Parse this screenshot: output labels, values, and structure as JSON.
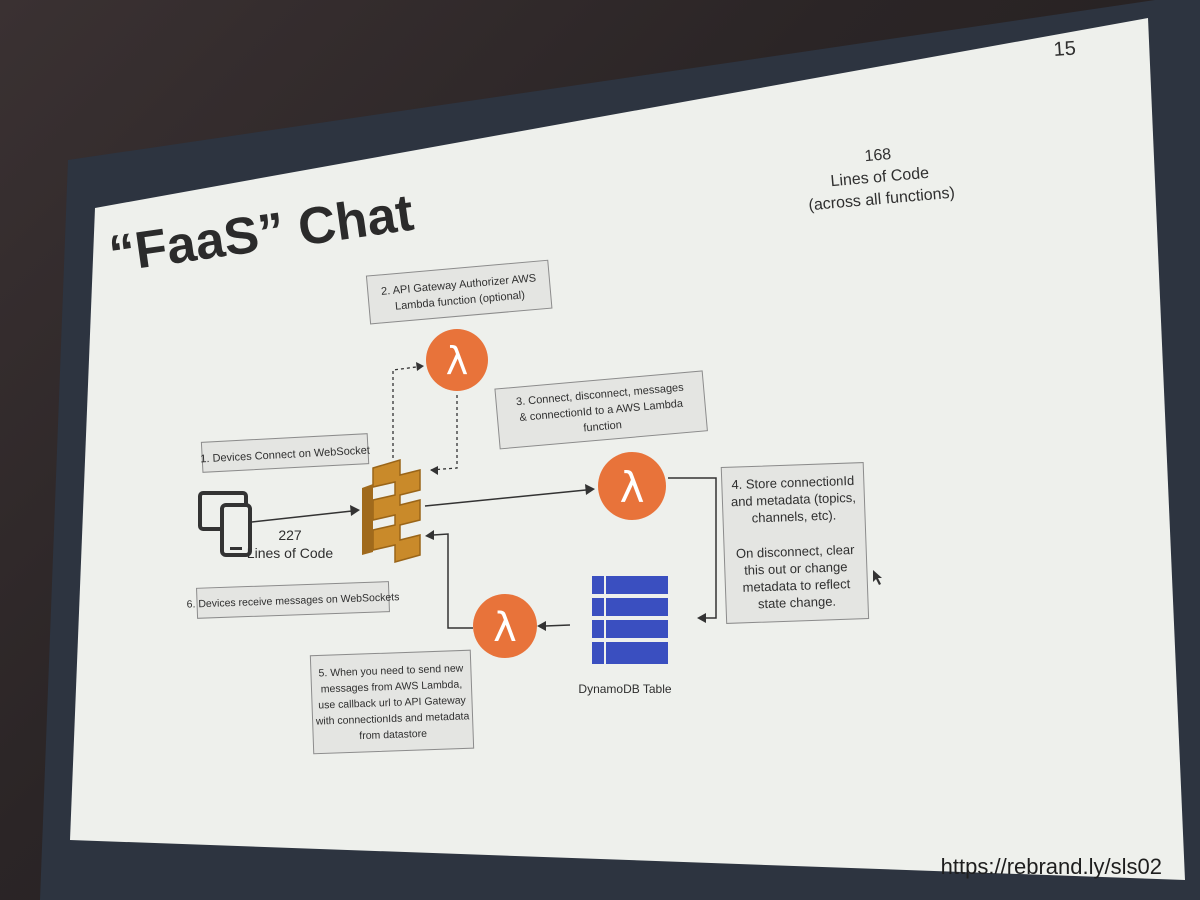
{
  "slide": {
    "page_number": "15",
    "title": "“FaaS” Chat",
    "loc_total": {
      "count": "168",
      "label": "Lines of Code",
      "sub": "(across all functions)"
    },
    "client_loc": {
      "count": "227",
      "label": "Lines of Code"
    },
    "steps": {
      "s1": "1. Devices Connect on WebSocket",
      "s2_line1": "2. API Gateway Authorizer AWS",
      "s2_line2": "Lambda function (optional)",
      "s3_line1": "3. Connect, disconnect, messages",
      "s3_line2": "& connectionId to a AWS Lambda",
      "s3_line3": "function",
      "s4_line1": "4. Store connectionId",
      "s4_line2": "and metadata (topics,",
      "s4_line3": "channels, etc).",
      "s4_line4": "On disconnect, clear",
      "s4_line5": "this out or change",
      "s4_line6": "metadata to reflect",
      "s4_line7": "state change.",
      "s5_line1": "5. When you need to send new",
      "s5_line2": "messages from AWS Lambda,",
      "s5_line3": "use callback url to API Gateway",
      "s5_line4": "with connectionIds and metadata",
      "s5_line5": "from datastore",
      "s6": "6. Devices receive messages on WebSockets"
    },
    "dynamo_label": "DynamoDB Table",
    "lambda_glyph": "λ",
    "url": "https://rebrand.ly/sls02"
  },
  "colors": {
    "lambda_orange": "#e8733a",
    "gateway_gold": "#c98a2a",
    "dynamo_blue": "#3a4fc0",
    "slide_bg": "#eef0ec"
  }
}
